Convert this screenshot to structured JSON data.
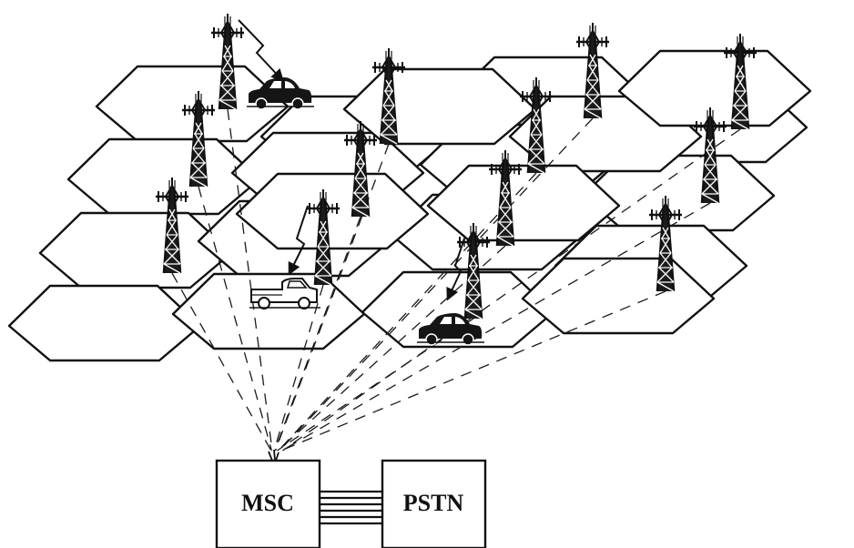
{
  "diagram": {
    "boxes": {
      "msc": "MSC",
      "pstn": "PSTN"
    },
    "colors": {
      "line": "#111111",
      "background": "#ffffff"
    },
    "counts": {
      "cells": 21,
      "towers": 13,
      "vehicles": 3,
      "trunk_lines": 6
    }
  }
}
